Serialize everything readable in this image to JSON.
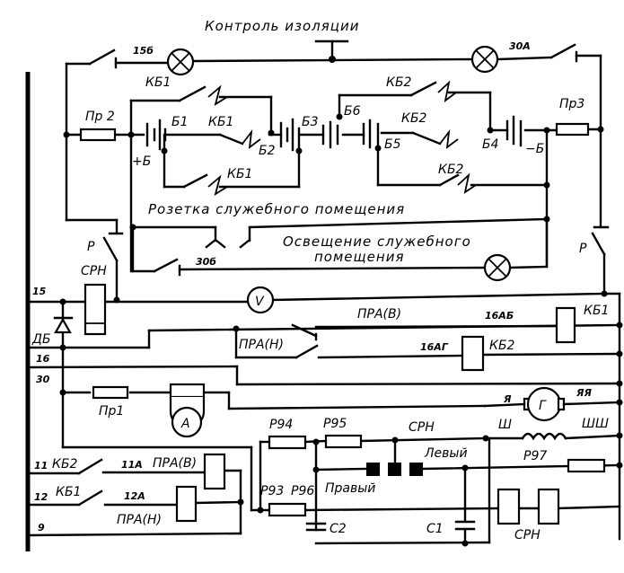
{
  "title": "Контроль изоляции",
  "labels": {
    "socket": "Розетка служебного помещения",
    "lighting_1": "Освещение служебного",
    "lighting_2": "помещения",
    "wire_15b": "15б",
    "wire_30a": "30А",
    "wire_30b": "30б",
    "wire_15": "15",
    "wire_16": "16",
    "wire_30": "30",
    "wire_11": "11",
    "wire_12": "12",
    "wire_9": "9",
    "wire_16ab": "16АБ",
    "wire_16ag": "16АГ",
    "wire_11a": "11А",
    "wire_12a": "12А",
    "fuse_pr1": "Пр1",
    "fuse_pr2": "Пр 2",
    "fuse_pr3": "Пр3",
    "kb1": "КБ1",
    "kb2": "КБ2",
    "batt_plus": "+Б",
    "batt_minus": "−Б",
    "b1": "Б1",
    "b2": "Б2",
    "b3": "Б3",
    "b4": "Б4",
    "b5": "Б5",
    "b6": "Б6",
    "relay_r": "Р",
    "srn": "СРН",
    "diode_db": "ДБ",
    "voltmeter": "V",
    "ammeter": "A",
    "generator": "Г",
    "pra_v": "ПРА(В)",
    "pra_n": "ПРА(Н)",
    "r93": "Р93",
    "r94": "Р94",
    "r95": "Р95",
    "r96": "Р96",
    "r97": "Р97",
    "c1": "С1",
    "c2": "С2",
    "left": "Левый",
    "right": "Правый",
    "ya": "Я",
    "yaya": "ЯЯ",
    "sh": "Ш",
    "shsh": "ШШ"
  }
}
